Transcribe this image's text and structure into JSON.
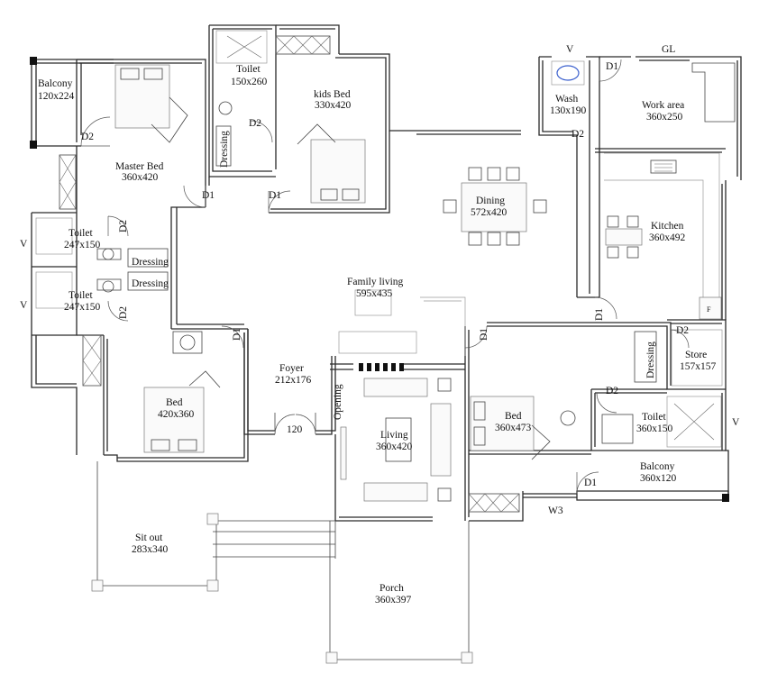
{
  "rooms": {
    "balcony_left": {
      "name": "Balcony",
      "size": "120x224"
    },
    "master_bed": {
      "name": "Master Bed",
      "size": "360x420"
    },
    "toilet_top": {
      "name": "Toilet",
      "size": "150x260"
    },
    "kids_bed": {
      "name": "kids Bed",
      "size": "330x420"
    },
    "toilet_left1": {
      "name": "Toilet",
      "size": "247x150"
    },
    "toilet_left2": {
      "name": "Toilet",
      "size": "247x150"
    },
    "dressing_top": {
      "name": "Dressing"
    },
    "dressing_left1": {
      "name": "Dressing"
    },
    "dressing_left2": {
      "name": "Dressing"
    },
    "dressing_right": {
      "name": "Dressing"
    },
    "wash": {
      "name": "Wash",
      "size": "130x190"
    },
    "work_area": {
      "name": "Work area",
      "size": "360x250"
    },
    "dining": {
      "name": "Dining",
      "size": "572x420"
    },
    "kitchen": {
      "name": "Kitchen",
      "size": "360x492"
    },
    "family_living": {
      "name": "Family living",
      "size": "595x435"
    },
    "store": {
      "name": "Store",
      "size": "157x157"
    },
    "foyer": {
      "name": "Foyer",
      "size": "212x176"
    },
    "bed_left": {
      "name": "Bed",
      "size": "420x360"
    },
    "living": {
      "name": "Living",
      "size": "360x420"
    },
    "bed_right": {
      "name": "Bed",
      "size": "360x473"
    },
    "toilet_right": {
      "name": "Toilet",
      "size": "360x150"
    },
    "balcony_right": {
      "name": "Balcony",
      "size": "360x120"
    },
    "sit_out": {
      "name": "Sit out",
      "size": "283x340"
    },
    "porch": {
      "name": "Porch",
      "size": "360x397"
    }
  },
  "marks": {
    "d1": "D1",
    "d2": "D2",
    "v": "V",
    "gl": "GL",
    "w3": "W3",
    "opening": "Opening",
    "foyer_door": "120",
    "fridge": "F"
  }
}
